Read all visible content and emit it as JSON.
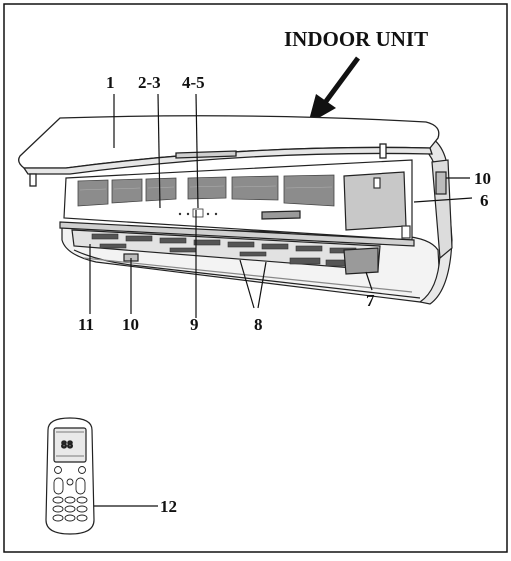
{
  "title": "INDOOR UNIT",
  "callouts": {
    "c1": "1",
    "c23": "2-3",
    "c45": "4-5",
    "c10_right": "10",
    "c6": "6",
    "c11": "11",
    "c10_bottom": "10",
    "c9": "9",
    "c8": "8",
    "c7": "7",
    "c12": "12"
  },
  "remote_display": "88"
}
